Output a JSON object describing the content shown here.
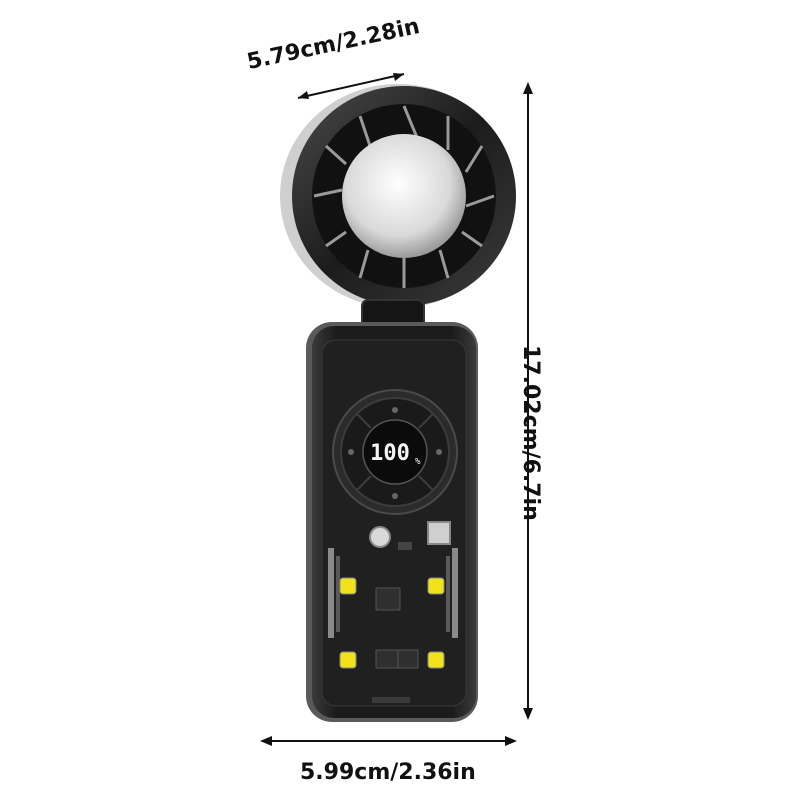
{
  "dimensions": {
    "top_width": "5.79cm/2.28in",
    "height": "17.02cm/6.7in",
    "bottom_width": "5.99cm/2.36in"
  },
  "device": {
    "display_value": "100",
    "display_unit": "%"
  },
  "colors": {
    "body": "#1a1a1a",
    "shell": "#2a2a2a",
    "accent_led": "#f2e21b",
    "fan_hub": "#e8e8e8"
  }
}
